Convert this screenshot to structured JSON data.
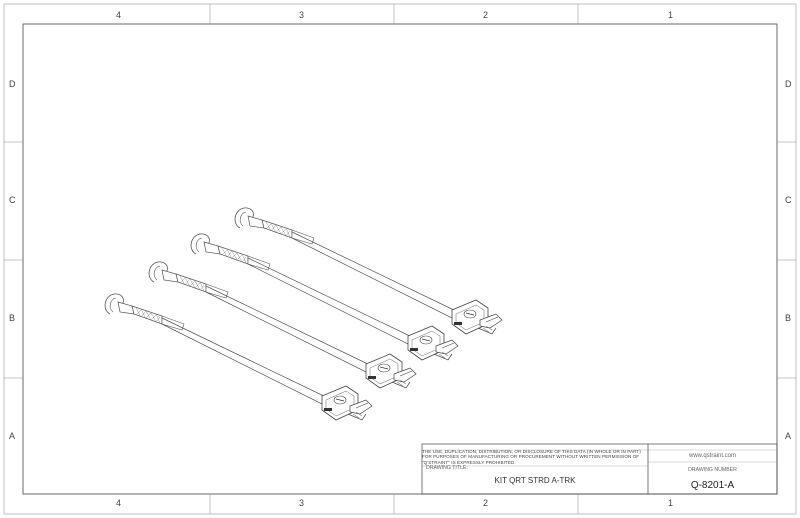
{
  "border": {
    "top_zones": [
      "4",
      "3",
      "2",
      "1"
    ],
    "bottom_zones": [
      "4",
      "3",
      "2",
      "1"
    ],
    "left_zones": [
      "D",
      "C",
      "B",
      "A"
    ],
    "right_zones": [
      "D",
      "C",
      "B",
      "A"
    ]
  },
  "title_block": {
    "notice": "THE USE, DUPLICATION, DISTRIBUTION, OR DISCLOSURE OF THIS DATA (IN WHOLE OR IN PART) FOR PURPOSES OF MANUFACTURING OR PROCUREMENT WITHOUT WRITTEN PERMISSION OF \"Q'STRAINT\" IS EXPRESSLY PROHIBITED.",
    "drawing_title_label": "DRAWING TITLE:",
    "drawing_title": "KIT QRT STRD A-TRK",
    "website": "www.qstraint.com",
    "drawing_number_label": "DRAWING NUMBER",
    "drawing_number": "Q-8201-A"
  },
  "drawing": {
    "part_count": 4,
    "description_icon": "retractor-strap-assembly"
  },
  "colors": {
    "line": "#555555",
    "background": "#ffffff"
  }
}
